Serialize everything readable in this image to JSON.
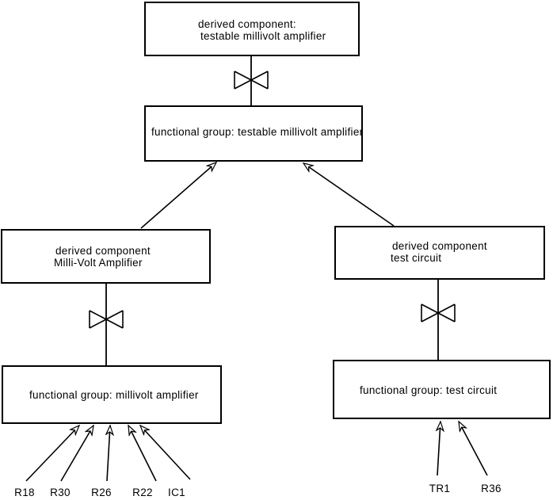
{
  "diagram": {
    "colors": {
      "line": "#000000",
      "background": "#ffffff"
    },
    "nodes": {
      "derived_testable": {
        "line1": "derived component:",
        "line2": "testable millivolt amplifier"
      },
      "fg_testable": {
        "label": "functional group: testable millivolt amplifier"
      },
      "derived_millivolt": {
        "line1": "derived component",
        "line2": "Milli-Volt Amplifier"
      },
      "derived_test": {
        "line1": "derived component",
        "line2": "test circuit"
      },
      "fg_millivolt": {
        "label": "functional group: millivolt amplifier"
      },
      "fg_test": {
        "label": "functional group: test circuit"
      }
    },
    "left_components": [
      "R18",
      "R30",
      "R26",
      "R22",
      "IC1"
    ],
    "right_components": [
      "TR1",
      "R36"
    ]
  }
}
